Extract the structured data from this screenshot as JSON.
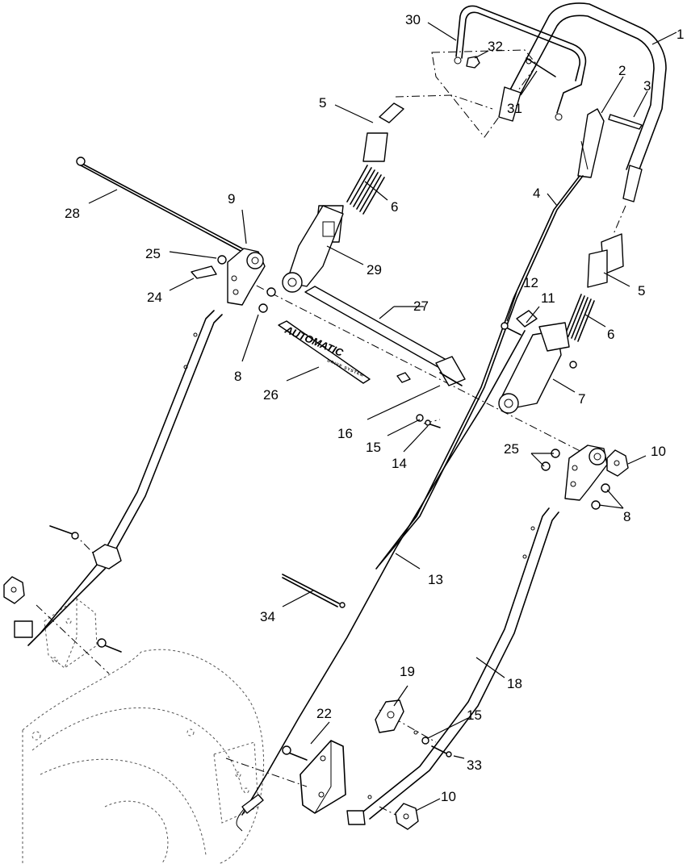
{
  "callouts": [
    {
      "id": "c1",
      "label": "1"
    },
    {
      "id": "c2",
      "label": "2"
    },
    {
      "id": "c3",
      "label": "3"
    },
    {
      "id": "c4",
      "label": "4"
    },
    {
      "id": "c5a",
      "label": "5"
    },
    {
      "id": "c5b",
      "label": "5"
    },
    {
      "id": "c6a",
      "label": "6"
    },
    {
      "id": "c6b",
      "label": "6"
    },
    {
      "id": "c7",
      "label": "7"
    },
    {
      "id": "c8a",
      "label": "8"
    },
    {
      "id": "c8b",
      "label": "8"
    },
    {
      "id": "c9",
      "label": "9"
    },
    {
      "id": "c10a",
      "label": "10"
    },
    {
      "id": "c10b",
      "label": "10"
    },
    {
      "id": "c11",
      "label": "11"
    },
    {
      "id": "c12",
      "label": "12"
    },
    {
      "id": "c13",
      "label": "13"
    },
    {
      "id": "c14",
      "label": "14"
    },
    {
      "id": "c15a",
      "label": "15"
    },
    {
      "id": "c15b",
      "label": "15"
    },
    {
      "id": "c16",
      "label": "16"
    },
    {
      "id": "c18",
      "label": "18"
    },
    {
      "id": "c19",
      "label": "19"
    },
    {
      "id": "c22",
      "label": "22"
    },
    {
      "id": "c24",
      "label": "24"
    },
    {
      "id": "c25a",
      "label": "25"
    },
    {
      "id": "c25b",
      "label": "25"
    },
    {
      "id": "c26",
      "label": "26"
    },
    {
      "id": "c27",
      "label": "27"
    },
    {
      "id": "c28",
      "label": "28"
    },
    {
      "id": "c29",
      "label": "29"
    },
    {
      "id": "c30",
      "label": "30"
    },
    {
      "id": "c31",
      "label": "31"
    },
    {
      "id": "c32",
      "label": "32"
    },
    {
      "id": "c33",
      "label": "33"
    },
    {
      "id": "c34",
      "label": "34"
    }
  ],
  "decal": {
    "brand": "AUTOMATIC",
    "subtitle": "DRIVE SYSTEM"
  }
}
